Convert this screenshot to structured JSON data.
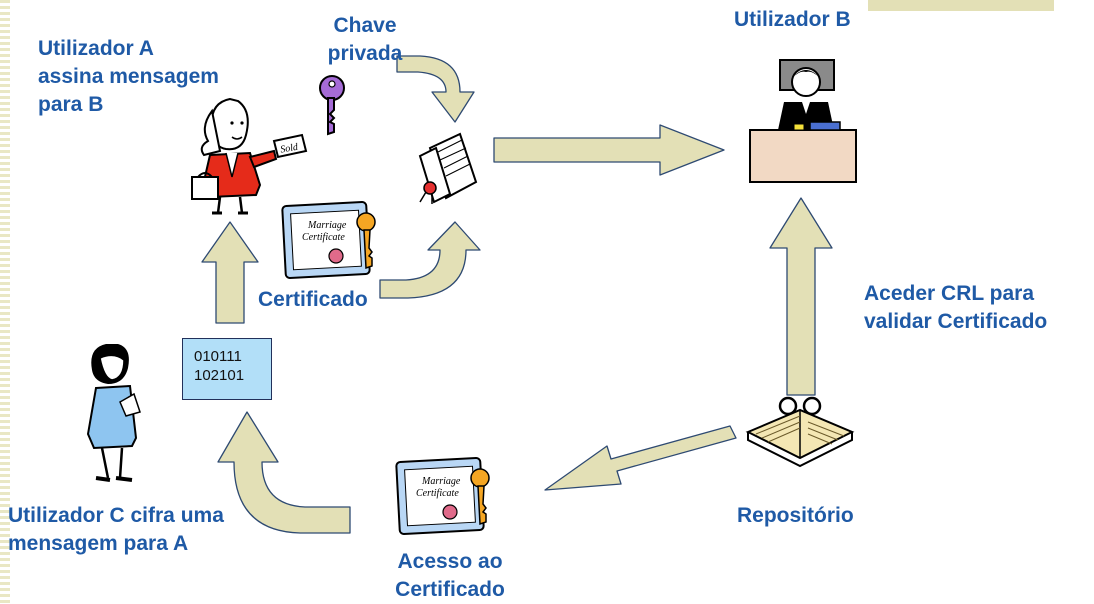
{
  "labels": {
    "user_a": "Utilizador A\nassina mensagem\npara B",
    "private_key": "Chave\nprivada",
    "user_b": "Utilizador B",
    "certificate": "Certificado",
    "crl_access": "Aceder CRL para\nvalidar Certificado",
    "user_c": "Utilizador C cifra uma\nmensagem para A",
    "repository": "Repositório",
    "cert_access": "Acesso ao\nCertificado"
  },
  "binary": "010111\n102101",
  "colors": {
    "label_text": "#1f5aa6",
    "arrow_fill": "#e3e0b6",
    "arrow_stroke": "#2e4a72",
    "binary_fill": "#b2dff8",
    "key_purple": "#a56bd6"
  },
  "certificate_text": {
    "line1": "Marriage",
    "line2": "Certificate"
  },
  "sold_tag": "Sold",
  "icons": [
    "woman-with-briefcase-icon",
    "key-icon",
    "signed-document-icon",
    "certificate-icon",
    "person-at-desk-icon",
    "woman-on-phone-icon",
    "open-book-icon"
  ]
}
